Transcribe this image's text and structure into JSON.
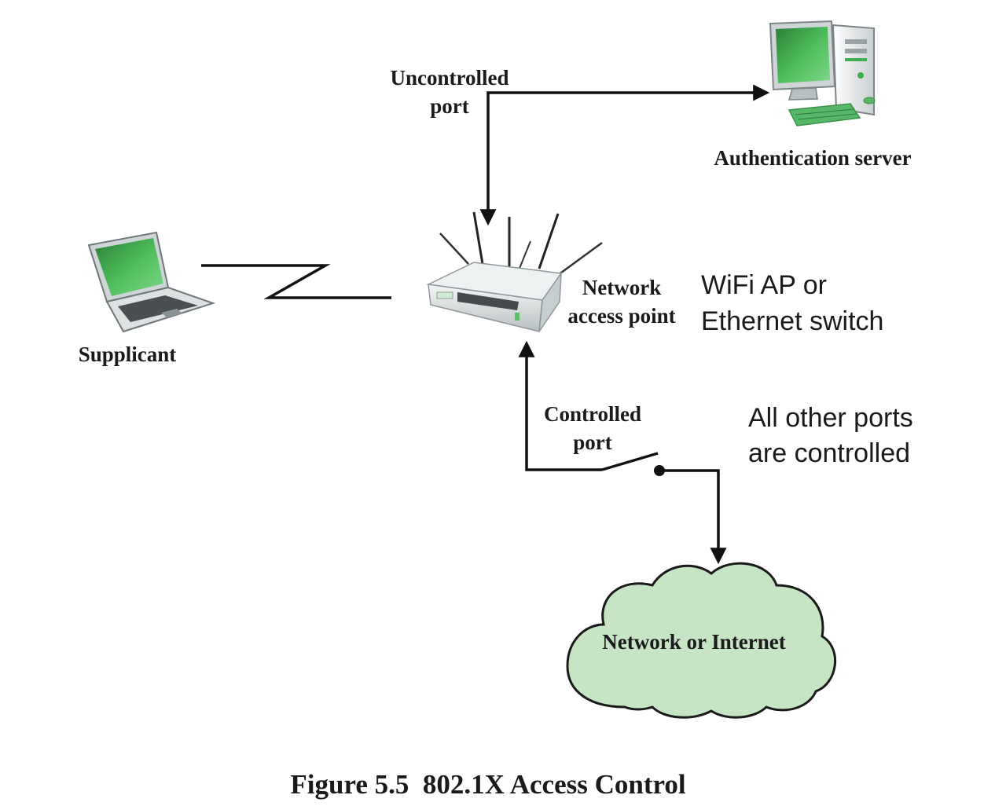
{
  "labels": {
    "uncontrolled_line1": "Uncontrolled",
    "uncontrolled_line2": "port",
    "auth_server": "Authentication server",
    "supplicant": "Supplicant",
    "nap_line1": "Network",
    "nap_line2": "access point",
    "wifi_line1": "WiFi AP or",
    "wifi_line2": "Ethernet switch",
    "controlled_line1": "Controlled",
    "controlled_line2": "port",
    "other_ports_line1": "All other ports",
    "other_ports_line2": "are controlled",
    "cloud": "Network or Internet"
  },
  "caption": "Figure 5.5  802.1X Access Control",
  "colors": {
    "screen_green": "#3fae4e",
    "cloud_fill": "#c6e5c5",
    "line": "#111111"
  },
  "icons": {
    "supplicant": "laptop-icon",
    "server": "desktop-computer-icon",
    "access_point": "router-icon",
    "network": "cloud-icon"
  }
}
